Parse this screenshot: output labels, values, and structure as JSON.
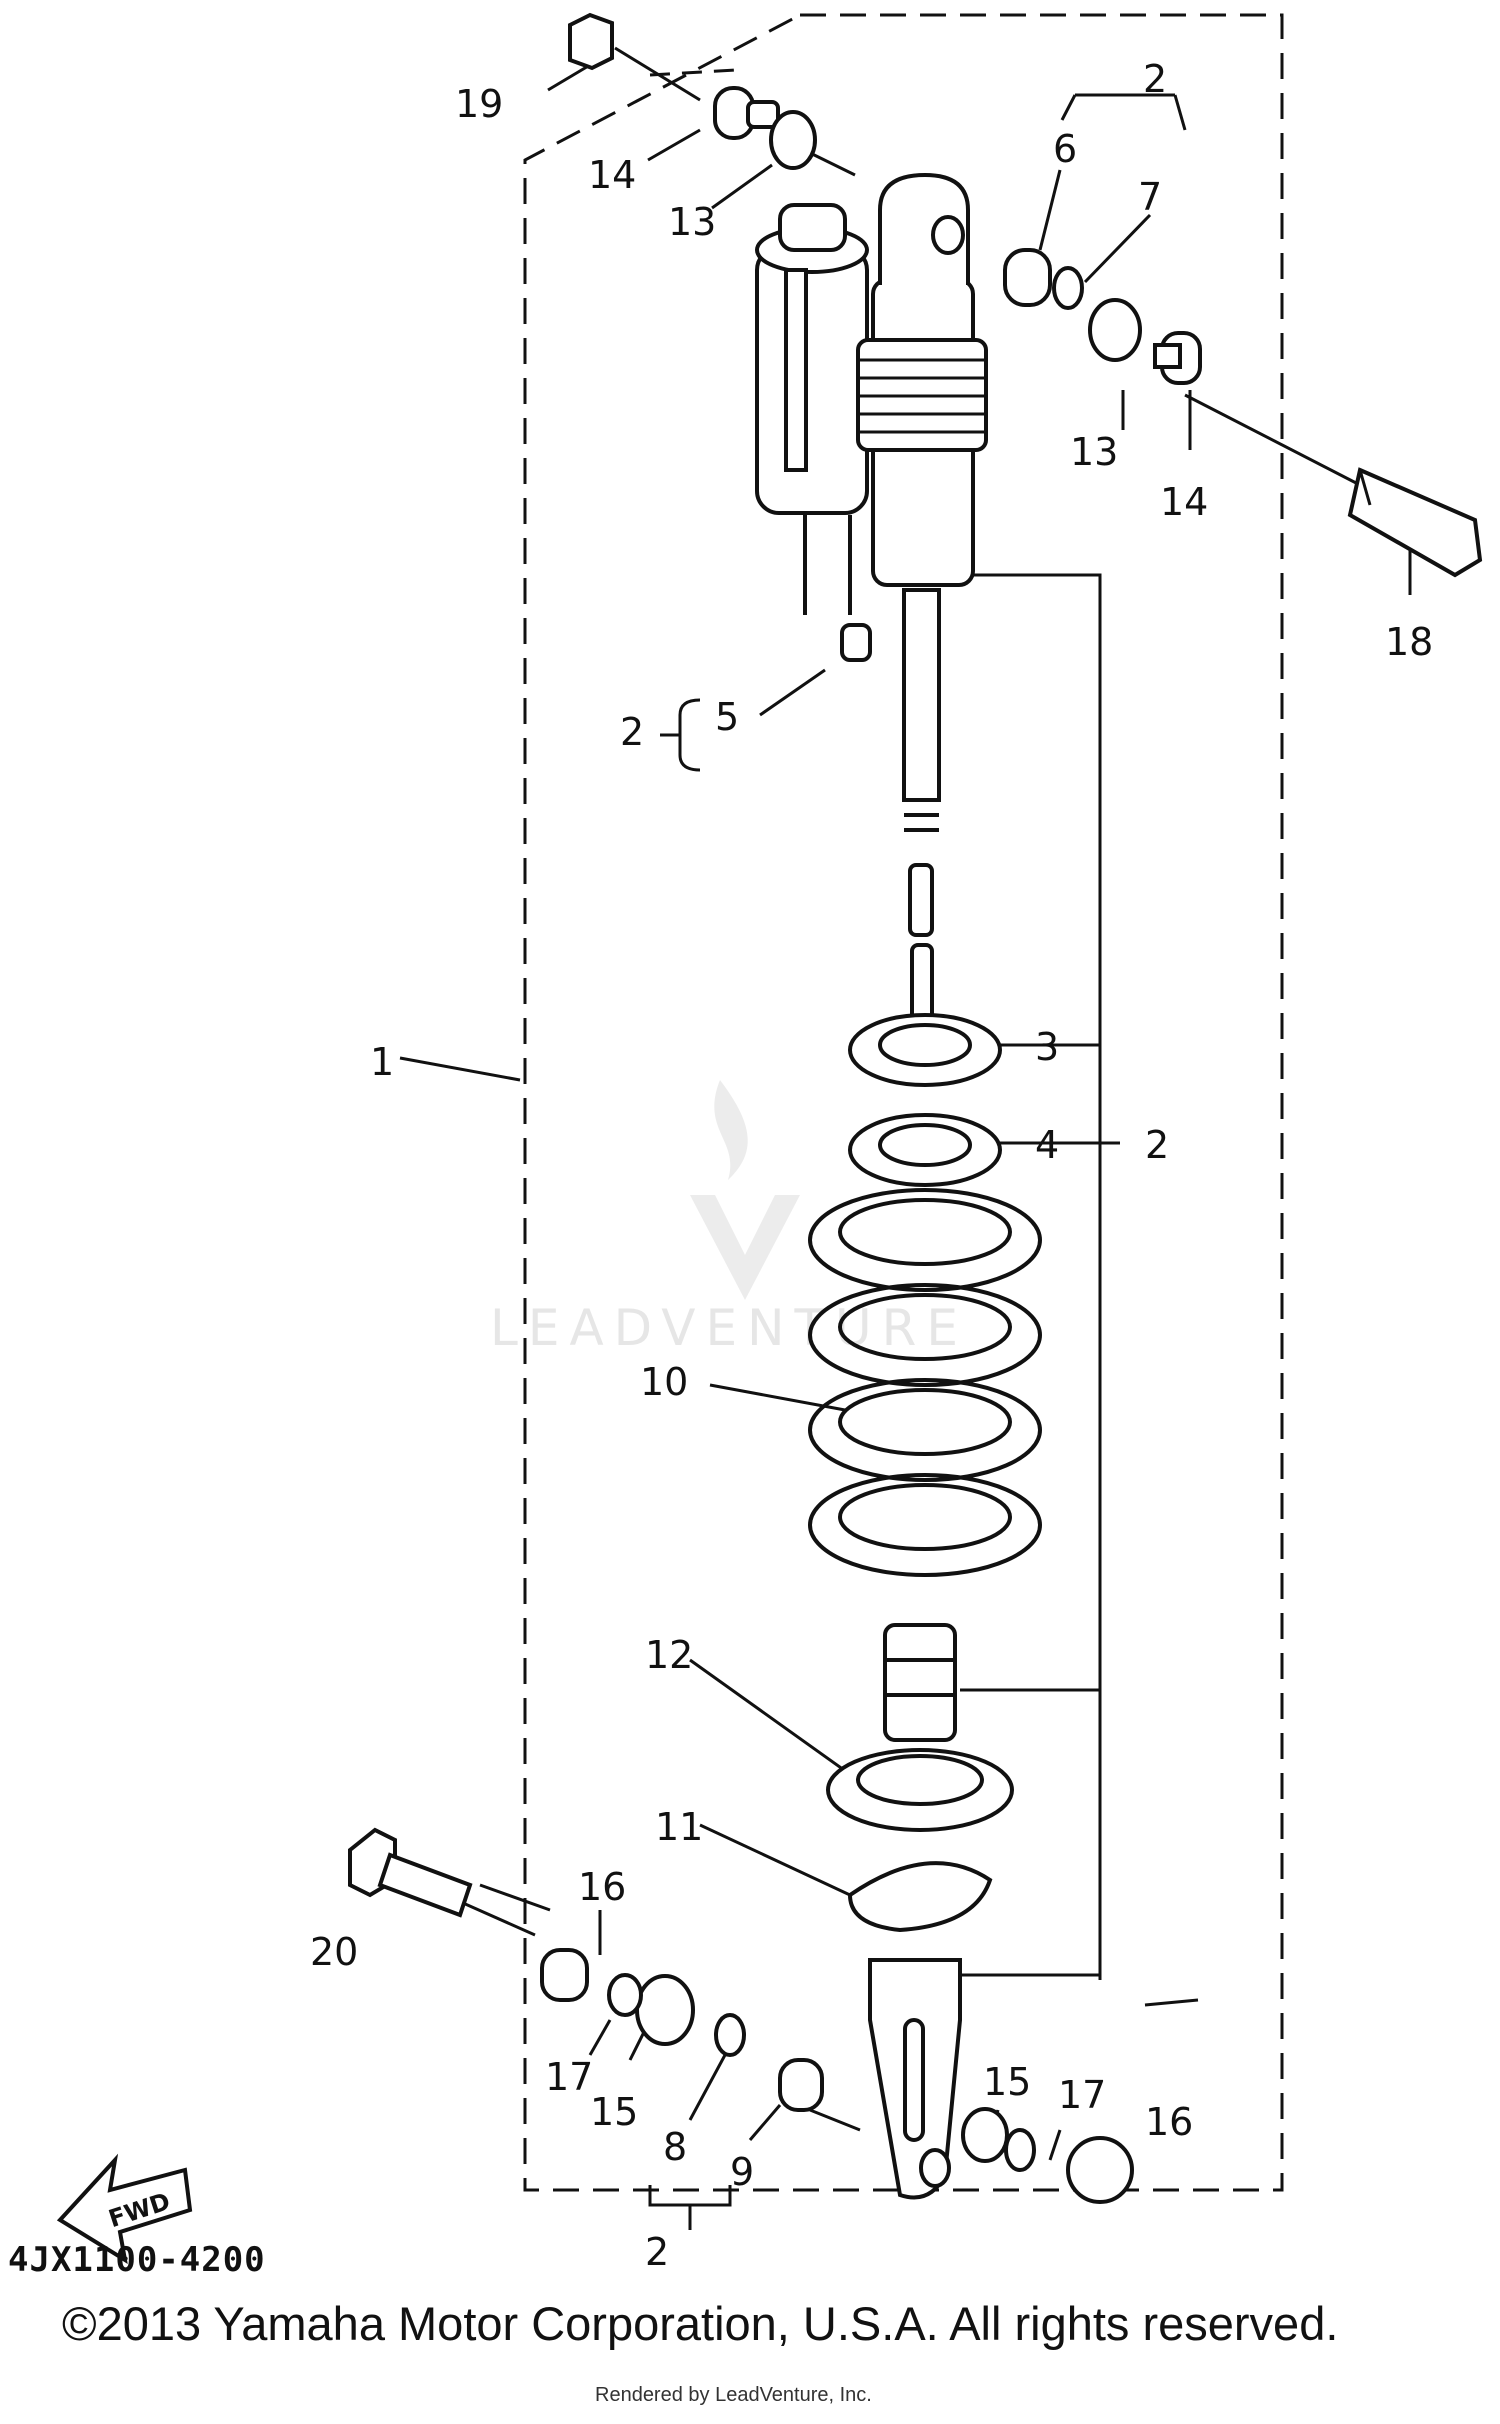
{
  "callouts": [
    {
      "id": "c19",
      "text": "19"
    },
    {
      "id": "c14a",
      "text": "14"
    },
    {
      "id": "c13a",
      "text": "13"
    },
    {
      "id": "c2a",
      "text": "2"
    },
    {
      "id": "c6",
      "text": "6"
    },
    {
      "id": "c7",
      "text": "7"
    },
    {
      "id": "c13b",
      "text": "13"
    },
    {
      "id": "c14b",
      "text": "14"
    },
    {
      "id": "c18",
      "text": "18"
    },
    {
      "id": "c2b",
      "text": "2"
    },
    {
      "id": "c5",
      "text": "5"
    },
    {
      "id": "c1",
      "text": "1"
    },
    {
      "id": "c3",
      "text": "3"
    },
    {
      "id": "c4",
      "text": "4"
    },
    {
      "id": "c2c",
      "text": "2"
    },
    {
      "id": "c10",
      "text": "10"
    },
    {
      "id": "c12",
      "text": "12"
    },
    {
      "id": "c11",
      "text": "11"
    },
    {
      "id": "c16a",
      "text": "16"
    },
    {
      "id": "c20",
      "text": "20"
    },
    {
      "id": "c17a",
      "text": "17"
    },
    {
      "id": "c15a",
      "text": "15"
    },
    {
      "id": "c8",
      "text": "8"
    },
    {
      "id": "c9",
      "text": "9"
    },
    {
      "id": "c15b",
      "text": "15"
    },
    {
      "id": "c17b",
      "text": "17"
    },
    {
      "id": "c16b",
      "text": "16"
    },
    {
      "id": "c2d",
      "text": "2"
    }
  ],
  "fwd_label": "FWD",
  "diagram_code": "4JX1100-4200",
  "copyright": "©2013 Yamaha Motor Corporation, U.S.A. All rights reserved.",
  "rendered_by": "Rendered by LeadVenture, Inc.",
  "watermark": "LEADVENTURE",
  "colors": {
    "ink": "#111111",
    "paper": "#ffffff",
    "watermark": "#e6e6e6"
  }
}
